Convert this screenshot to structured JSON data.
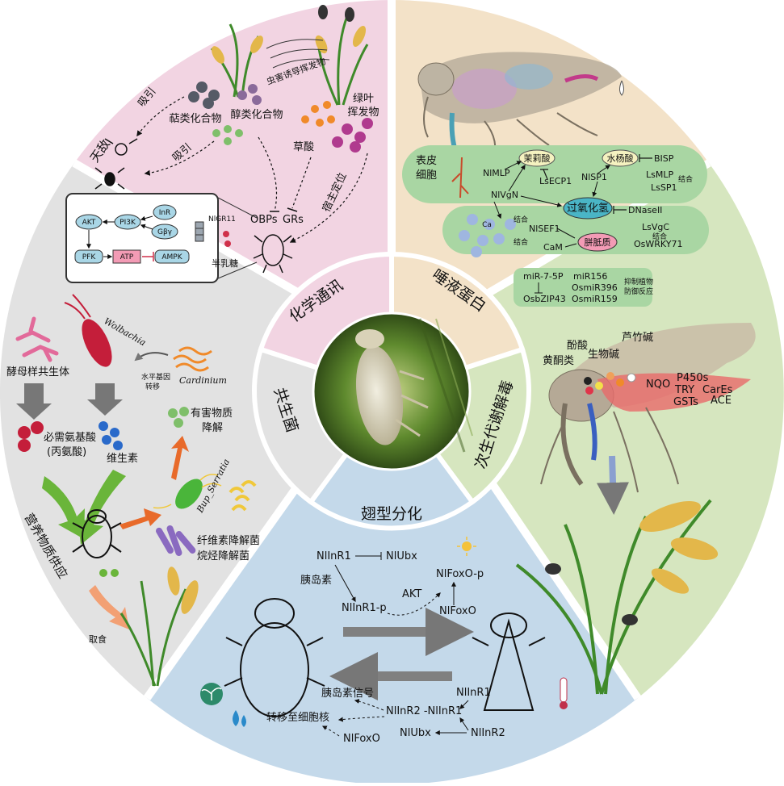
{
  "colors": {
    "chem": "#f2d4e2",
    "saliva": "#f3e2c8",
    "detox": "#d6e6bf",
    "wing": "#c4d9ea",
    "symb": "#e2e2e2",
    "label_ring": "#ffffff",
    "green_box": "#a9d6a3",
    "accent_red": "#e0354a",
    "arrow_grey": "#8a8a8a"
  },
  "sectors": {
    "chem": "化学通讯",
    "saliva": "唾液蛋白",
    "detox": "次生代谢解毒",
    "wing": "翅型分化",
    "symb": "共生菌"
  },
  "chem": {
    "terpenes": "萜类化合物",
    "alcohols": "醇类化合物",
    "pest_volatiles": "虫害诱导挥发物",
    "green_leaf": "绿叶",
    "green_leaf_2": "挥发物",
    "attract1": "吸引",
    "attract2": "吸引",
    "enemy": "天敌",
    "oxalic": "草酸",
    "host_loc": "宿主定位",
    "obps": "OBPs",
    "grs": "GRs",
    "nlgr11": "NlGR11",
    "galactose": "半乳糖",
    "path": {
      "akt": "AKT",
      "pi3k": "PI3K",
      "inr": "InR",
      "gbg": "Gβγ",
      "pfk": "PFK",
      "atp": "ATP",
      "ampk": "AMPK"
    }
  },
  "saliva": {
    "epidermis": "表皮",
    "epidermis_2": "细胞",
    "ja": "茉莉酸",
    "sa": "水杨酸",
    "ros": "过氧化氢",
    "callose": "胼胝质",
    "nlmlp": "NlMLP",
    "nlvgn": "NlVgN",
    "lsecp1": "LsECP1",
    "nlsp1": "NlSP1",
    "blsp": "BISP",
    "lsmlp": "LsMLP",
    "lssp1": "LsSP1",
    "bind1": "结合",
    "bind2": "结合",
    "bind3": "结合",
    "bind4": "结合",
    "dnase": "DNaseII",
    "lsvgc": "LsVgC",
    "oswrky": "OsWRKY71",
    "nlsef1": "NlSEF1",
    "cam": "CaM",
    "ca": "Ca",
    "mir7": "miR-7-5P",
    "mir156": "miR156",
    "osbzip": "OsbZIP43",
    "osmir396": "OsmiR396",
    "osmir159": "OsmiR159",
    "inhibit1": "抑制植物",
    "inhibit2": "防御反应"
  },
  "detox": {
    "phenolic": "酚酸",
    "reed": "芦竹碱",
    "flavonoids": "黄酮类",
    "alkaloids": "生物碱",
    "nqo": "NQO",
    "p450": "P450s",
    "try": "TRY",
    "gsts": "GSTs",
    "cares": "CarEs",
    "ace": "ACE"
  },
  "wing": {
    "inr1": "NlInR1",
    "ubx": "NlUbx",
    "insulin": "胰岛素",
    "foxop": "NlFoxO-p",
    "inr1p": "NlInR1-p",
    "akt": "AKT",
    "foxo": "NlFoxO",
    "inr1_b": "NlInR1",
    "ins_signal": "胰岛素信号",
    "dimer": "NlInR2 -NlInR1",
    "nucleus": "转移至细胞核",
    "ubx_b": "NlUbx",
    "inr2": "NlInR2",
    "foxo_b": "NlFoxO"
  },
  "symb": {
    "wolbachia": "Wolbachia",
    "yeast": "酵母样共生体",
    "hgt1": "水平基因",
    "hgt2": "转移",
    "cardinium": "Cardinium",
    "amino": "必需氨基酸",
    "amino_2": "(丙氨酸)",
    "vitamin": "维生素",
    "nutrient": "营养物质供应",
    "harmful": "有害物质",
    "harmful_2": "降解",
    "serratia": "Bup_Serratia",
    "cellulose": "纤维素降解菌",
    "alkane": "烷烃降解菌",
    "feeding": "取食"
  }
}
